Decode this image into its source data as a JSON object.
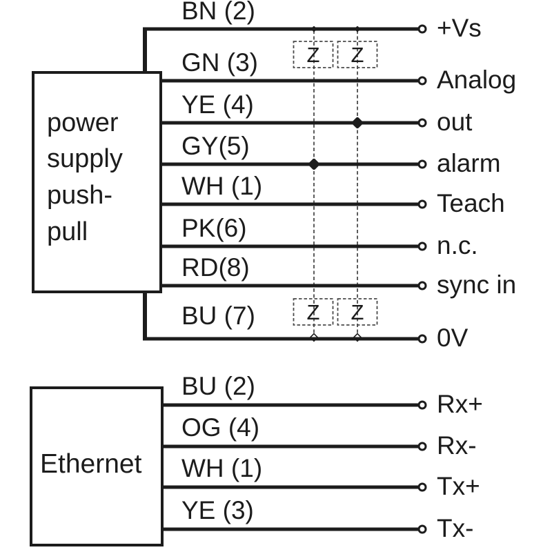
{
  "colors": {
    "ink": "#1c1c1c",
    "background": "#ffffff",
    "dash": "#4a4a4a"
  },
  "power_section": {
    "box_lines": [
      "power",
      "supply",
      "push-",
      "pull"
    ],
    "impedance_symbol": "Z",
    "wires": [
      {
        "label": "BN (2)",
        "terminal": "+Vs"
      },
      {
        "label": "GN (3)",
        "terminal": "Analog"
      },
      {
        "label": "YE (4)",
        "terminal": "out"
      },
      {
        "label": "GY(5)",
        "terminal": "alarm"
      },
      {
        "label": "WH (1)",
        "terminal": "Teach"
      },
      {
        "label": "PK(6)",
        "terminal": "n.c."
      },
      {
        "label": "RD(8)",
        "terminal": "sync in"
      },
      {
        "label": "BU (7)",
        "terminal": "0V"
      }
    ]
  },
  "ethernet_section": {
    "box_label": "Ethernet",
    "wires": [
      {
        "label": "BU (2)",
        "terminal": "Rx+"
      },
      {
        "label": "OG (4)",
        "terminal": "Rx-"
      },
      {
        "label": "WH (1)",
        "terminal": "Tx+"
      },
      {
        "label": "YE (3)",
        "terminal": "Tx-"
      }
    ]
  }
}
